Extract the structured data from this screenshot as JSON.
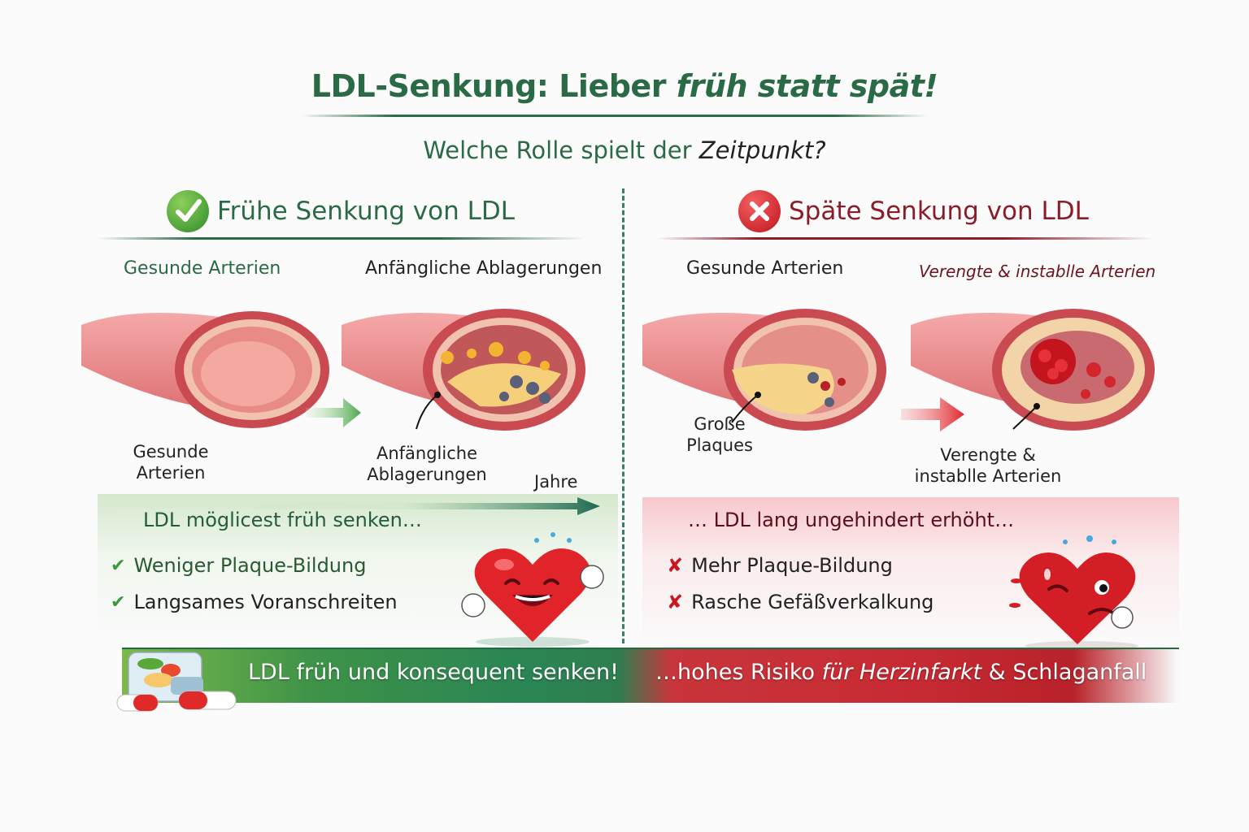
{
  "header": {
    "title_part1": "LDL-Senkung: Lieber ",
    "title_em": "früh statt spät!",
    "subtitle_part1": "Welche Rolle spielt der ",
    "subtitle_em": "Zeitpunkt?"
  },
  "left": {
    "heading": "Frühe Senkung von LDL",
    "icon": "check-badge-icon",
    "stage1_label": "Gesunde Arterien",
    "stage2_label": "Anfängliche Ablagerungen",
    "caption1_line1": "Gesunde",
    "caption1_line2": "Arterien",
    "caption2_line1": "Anfängliche",
    "caption2_line2": "Ablagerungen",
    "timeline_label": "Jahre",
    "band_text": "LDL möglicest früh senken…",
    "bullets": [
      "Weniger Plaque-Bildung",
      "Langsames Voranschreiten"
    ],
    "mascot": "happy-heart-thumbs-up",
    "color": "#2a6a45"
  },
  "right": {
    "heading": "Späte Senkung von LDL",
    "icon": "cross-badge-icon",
    "stage1_label": "Gesunde Arterien",
    "stage2_label": "Verengte & instablle Arterien",
    "caption1_line1": "Große",
    "caption1_line2": "Plaques",
    "caption2_line1": "Verengte &",
    "caption2_line2": "instablle Arterien",
    "band_text": "… LDL lang ungehindert erhöht…",
    "bullets": [
      "Mehr Plaque-Bildung",
      "Rasche Gefäßverkalkung"
    ],
    "mascot": "worried-heart",
    "color": "#8b1d2a"
  },
  "footer": {
    "left_text": "LDL früh und konsequent senken!",
    "right_part1": "…hohes Risiko ",
    "right_em": "für Herzinfarkt",
    "right_part2": " & Schlaganfall",
    "icon": "pills-jar-icon"
  }
}
